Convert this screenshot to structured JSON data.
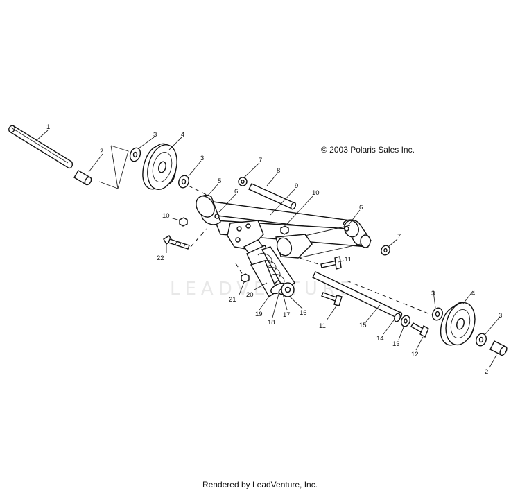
{
  "copyright": "© 2003 Polaris Sales Inc.",
  "footer": "Rendered by LeadVenture, Inc.",
  "watermark": "LEADVENTURE",
  "callouts": {
    "c1": "1",
    "c2a": "2",
    "c2b": "2",
    "c3a": "3",
    "c3b": "3",
    "c3c": "3",
    "c3d": "3",
    "c4a": "4",
    "c4b": "4",
    "c5": "5",
    "c6a": "6",
    "c6b": "6",
    "c7a": "7",
    "c7b": "7",
    "c8": "8",
    "c9": "9",
    "c10a": "10",
    "c10b": "10",
    "c11a": "11",
    "c11b": "11",
    "c12": "12",
    "c13": "13",
    "c14": "14",
    "c15": "15",
    "c16": "16",
    "c17": "17",
    "c18": "18",
    "c19": "19",
    "c20": "20",
    "c21": "21",
    "c22": "22"
  }
}
